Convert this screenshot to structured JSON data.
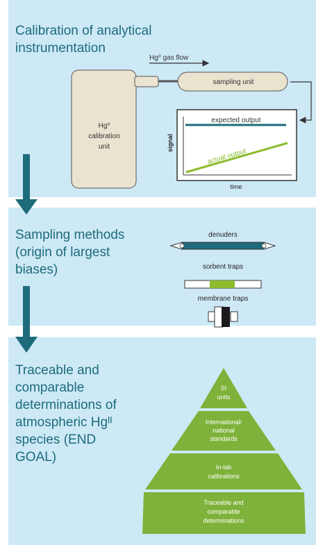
{
  "sections": [
    {
      "title": "Calibration of analytical instrumentation"
    },
    {
      "title": "Sampling methods (origin of largest biases)"
    },
    {
      "title": "Traceable and comparable determinations of atmospheric Hgᴵᴵ species (END GOAL)"
    }
  ],
  "calibration": {
    "gas_flow_label": "Hg⁰ gas flow",
    "calibration_unit_line1": "Hg⁰",
    "calibration_unit_line2": "calibration",
    "calibration_unit_line3": "unit",
    "sampling_unit_label": "sampling unit",
    "signal_axis": "signal",
    "time_axis": "time",
    "expected_output": "expected output",
    "actual_output": "actual output"
  },
  "sampling": {
    "denuders": "denuders",
    "sorbent_traps": "sorbent traps",
    "membrane_traps": "membrane traps"
  },
  "pyramid": {
    "levels": [
      {
        "line1": "SI",
        "line2": "units"
      },
      {
        "line1": "International/",
        "line2": "national",
        "line3": "standards"
      },
      {
        "line1": "In-lab",
        "line2": "calibrations"
      },
      {
        "line1": "Traceable and",
        "line2": "comparable",
        "line3": "determinations"
      }
    ]
  },
  "colors": {
    "panel_bg": "#cde9f6",
    "teal": "#1e6b7b",
    "green": "#8cbc2c",
    "pyramid_green": "#7fb23a",
    "unit_fill": "#e9e3cf"
  }
}
